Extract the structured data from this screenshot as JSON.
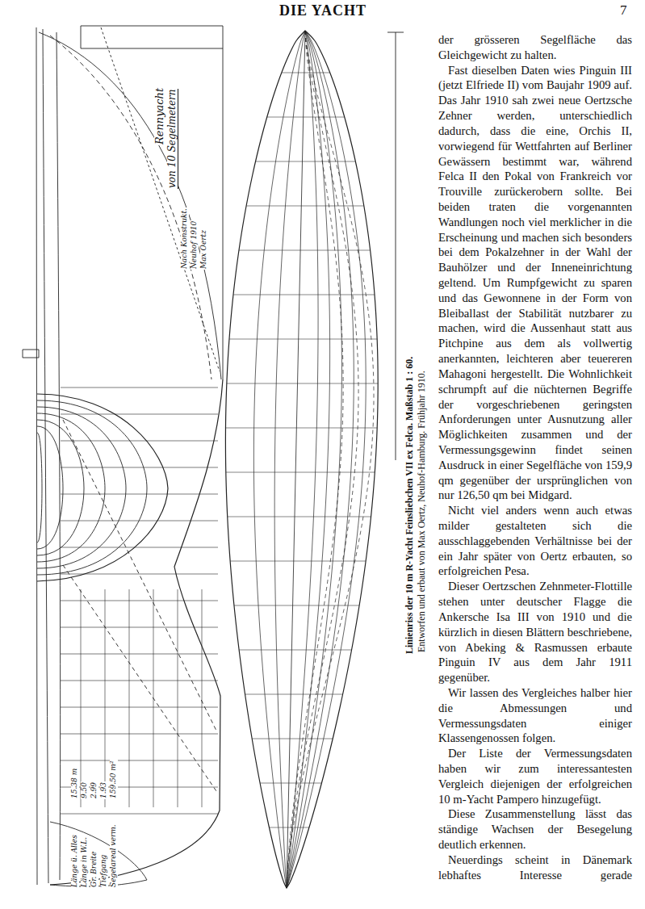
{
  "diagram": {
    "title": "DIE YACHT",
    "caption": "Linienriss der 10 m R-Yacht Feinsliebchen VII ex Felca. Maßstab 1 : 60.",
    "labels": [
      "7",
      "der grösseren Segelfläche das Gleichgewicht zu halten.",
      "Fast dieselben Daten wies Pinguin III (jetzt Elfriede II) vom Baujahr 1909 auf. Das Jahr 1910 sah zwei neue Oertzsche Zehner werden, unterschiedlich dadurch, dass die eine, Orchis II, vorwiegend für Wettfahrten auf Berliner Gewässern bestimmt war, während Felca II den Pokal von Frankreich vor Trouville zurückerobern sollte. Bei beiden traten die vorgenannten Wandlungen noch viel merklicher in die Erscheinung und machen sich besonders bei dem Pokalzehner in der Wahl der Bauhölzer und der Inneneinrichtung geltend. Um Rumpfgewicht zu sparen und das Gewonnene in der Form von Bleiballast der Stabilität nutzbarer zu machen, wird die Aussenhaut statt aus Pitchpine aus dem als vollwertig anerkannten, leichteren aber teuereren Mahagoni hergestellt. Die Wohnlichkeit schrumpft auf die nüchternen Begriffe der vorgeschriebenen geringsten Anforderungen unter Ausnutzung aller Möglichkeiten zusammen und der Vermessungsgewinn findet seinen Ausdruck in einer Segelfläche von 159,9 qm gegenüber der ursprünglichen von nur 126,50 qm bei Midgard.",
      "Nicht viel anders wenn auch etwas milder gestalteten sich die ausschlaggebenden Verhältnisse bei der ein Jahr später von Oertz erbauten, so erfolgreichen Pesa.",
      "Dieser Oertzschen Zehnmeter-Flottille stehen unter deutscher Flagge die Ankersche Isa III von 1910 und die kürzlich in diesen Blättern beschriebene, von Abeking & Rasmussen erbaute Pinguin IV aus dem Jahr 1911 gegenüber.",
      "Wir lassen des Vergleiches halber hier die Abmessungen und Vermessungsdaten einiger Klassengenossen folgen.",
      "Der Liste der Vermessungsdaten haben wir zum interessantesten Vergleich diejenigen der erfolgreichen 10 m-Yacht Pampero hinzugefügt.",
      "Diese Zusammenstellung lässt das ständige Wachsen der Besegelung deutlich erkennen.",
      "Neuerdings scheint in Dänemark lebhaftes Interesse gerade",
      "Entworfen und erbaut von Max Oertz, Neuhof-Hamburg. Frühjahr 1910.",
      "Rennyacht",
      "von 10 Segelmetern",
      "Nach Konstrukt.",
      "Neuhof 1910",
      "Max Oertz",
      "Länge ü. Alles",
      "15.38 m",
      "Länge in W.L.",
      "9.50",
      "Gr. Breite",
      "2.99",
      "Tiefgang",
      "1.93",
      "Segelareal verm.",
      "159.50 m²"
    ]
  }
}
